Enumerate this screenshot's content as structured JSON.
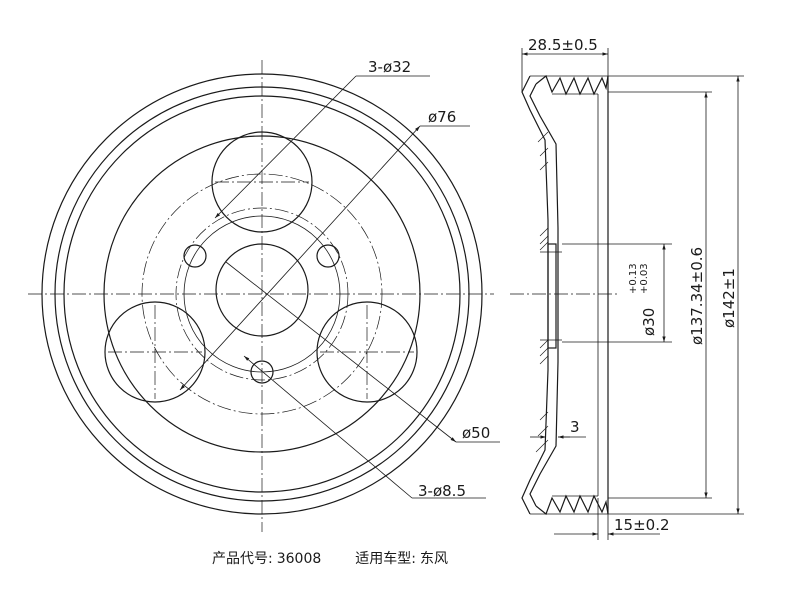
{
  "dimensions": {
    "holes_large": "3-ø32",
    "bolt_circle": "ø76",
    "center_hole": "ø50",
    "holes_small": "3-ø8.5",
    "width_total": "28.5±0.5",
    "bore": "ø30",
    "bore_tol_upper": "+0.13",
    "bore_tol_lower": "+0.03",
    "groove_dia": "ø137.34±0.6",
    "outer_dia": "ø142±1",
    "wall_thickness": "3",
    "groove_width": "15±0.2"
  },
  "caption": {
    "product_label": "产品代号:",
    "product_code": "36008",
    "vehicle_label": "适用车型:",
    "vehicle": "东风"
  }
}
